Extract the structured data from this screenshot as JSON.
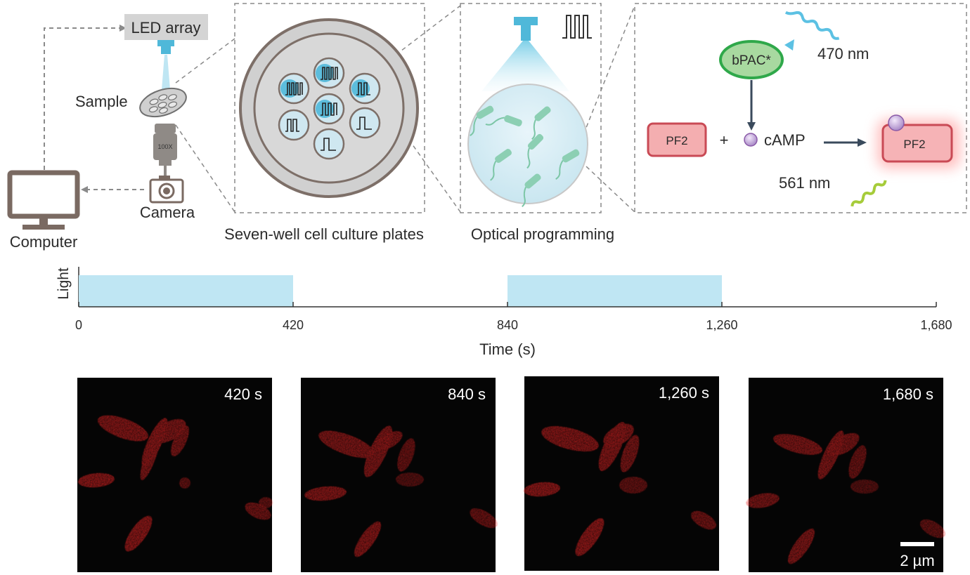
{
  "setup": {
    "led_label": "LED array",
    "sample_label": "Sample",
    "objective_label": "100X",
    "camera_label": "Camera",
    "computer_label": "Computer"
  },
  "plates": {
    "caption": "Seven-well cell culture plates"
  },
  "optical": {
    "caption": "Optical programming"
  },
  "mechanism": {
    "bpac_label": "bPAC*",
    "blue_wavelength": "470 nm",
    "pf2_label": "PF2",
    "plus": "+",
    "camp_label": "cAMP",
    "pf2_bound_label": "PF2",
    "green_wavelength": "561 nm"
  },
  "chart_data": {
    "type": "bar",
    "ylabel": "Light",
    "xlabel": "Time (s)",
    "xlim": [
      0,
      1680
    ],
    "xticks": [
      "0",
      "420",
      "840",
      "1,260",
      "1,680"
    ],
    "xtick_values": [
      0,
      420,
      840,
      1260,
      1680
    ],
    "light_on_intervals": [
      [
        0,
        420
      ],
      [
        840,
        1260
      ]
    ],
    "color": "#bfe6f3"
  },
  "micrographs": [
    {
      "time": "420 s"
    },
    {
      "time": "840 s"
    },
    {
      "time": "1,260 s"
    },
    {
      "time": "1,680 s"
    }
  ],
  "scalebar": {
    "label": "2 µm"
  },
  "colors": {
    "light_blue": "#bfe6f3",
    "cyan": "#4fb8d9",
    "cell_red": "#e02020",
    "pf2_fill": "#f4aeb0",
    "bpac_green": "#a8d9a0"
  }
}
